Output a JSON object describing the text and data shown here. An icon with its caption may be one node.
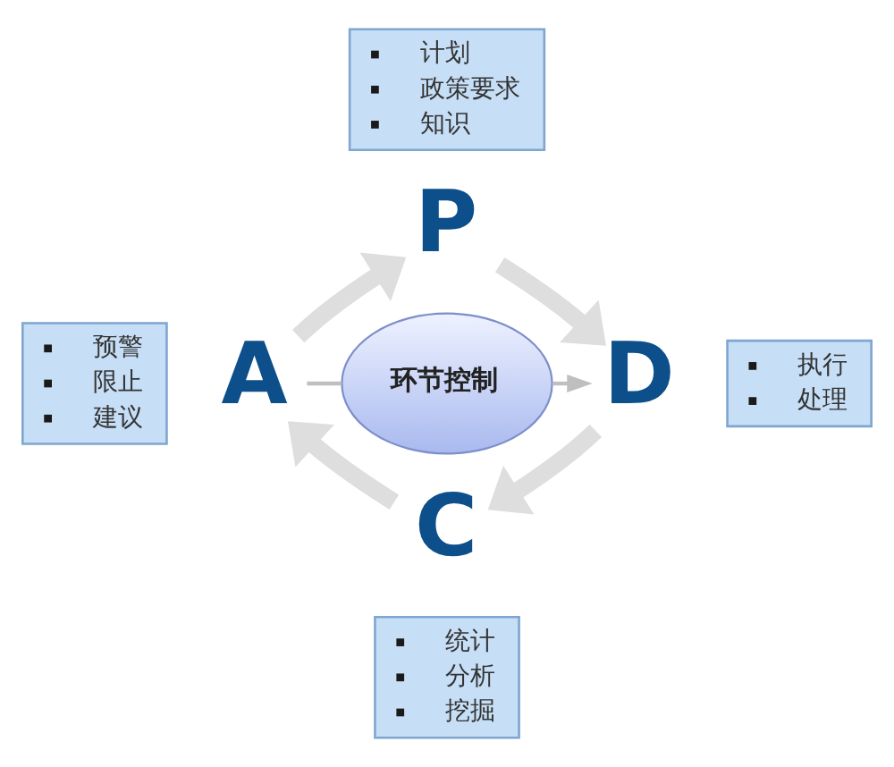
{
  "diagram": {
    "nodes": [
      {
        "text": [
          "计划",
          "政策要求",
          "知识"
        ]
      },
      {
        "text": [
          "P"
        ]
      },
      {
        "text": [
          "预警",
          "限止",
          "建议"
        ]
      },
      {
        "text": [
          "A"
        ]
      },
      {
        "text": [
          "环节控制"
        ]
      },
      {
        "text": [
          "D"
        ]
      },
      {
        "text": [
          "执行",
          "处理"
        ]
      },
      {
        "text": [
          "C"
        ]
      },
      {
        "text": [
          "统计",
          "分析",
          "挖掘"
        ]
      }
    ],
    "edges": [
      {
        "from": 1,
        "to": 5,
        "arrow": "to"
      },
      {
        "from": 5,
        "to": 7,
        "arrow": "to"
      },
      {
        "from": 7,
        "to": 3,
        "arrow": "to"
      },
      {
        "from": 3,
        "to": 1,
        "arrow": "to"
      },
      {
        "from": 3,
        "to": 4,
        "arrow": "none",
        "color": "#bfbfbf"
      },
      {
        "from": 4,
        "to": 5,
        "arrow": "to",
        "color": "#bfbfbf"
      }
    ]
  }
}
